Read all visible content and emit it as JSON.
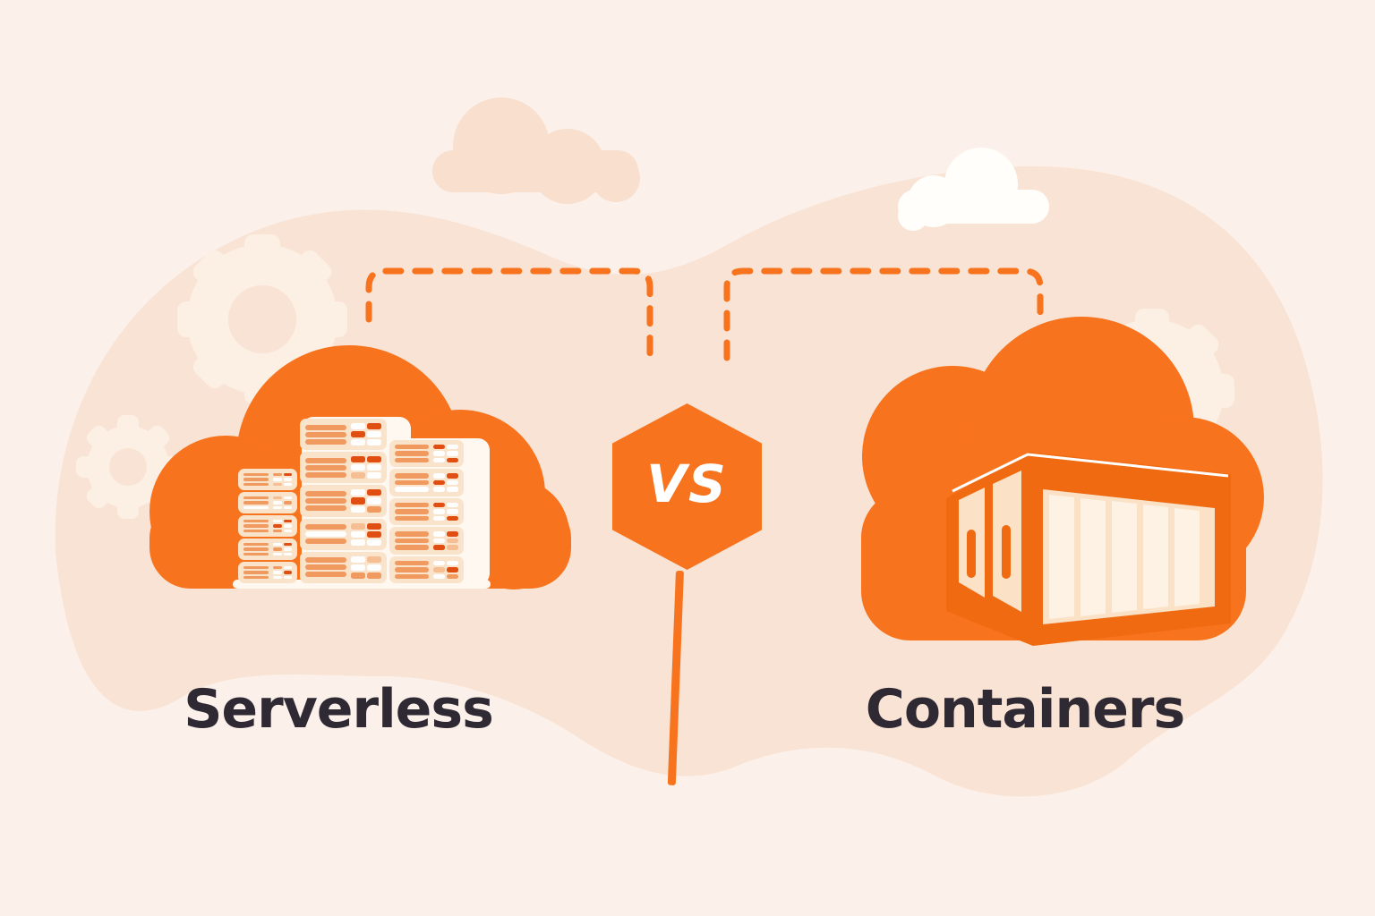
{
  "labels": {
    "left": "Serverless",
    "right": "Containers",
    "versus": "VS"
  },
  "colors": {
    "background": "#FCF1EA",
    "blob": "#F9E3D4",
    "shape_cream": "#FCEFE3",
    "cloud_peach": "#F8DFCE",
    "cloud_white": "#FFFEFB",
    "orange": "#F8731D",
    "orange_deep": "#EF6A10",
    "red": "#E04E12",
    "rack_bg": "#FAE3CB",
    "rack_panel": "#FFF8F1",
    "bar_orange": "#F09A5F",
    "bar_dotted": "#F5BE93",
    "white": "#FFFFFF",
    "container_cream": "#FBE1C6",
    "slat_light": "#FDF2E3",
    "text_dark": "#2F2933"
  },
  "icons": {
    "left_group": "cloud-with-server-racks",
    "right_group": "cloud-with-shipping-container",
    "center": "vs-hexagon-badge",
    "decor": [
      "gear-icon",
      "cloud-icon",
      "dashed-bracket"
    ]
  },
  "racks": {
    "left": {
      "units": [
        {
          "bars": [
            "o",
            "o",
            "o"
          ],
          "cells": [
            "o",
            "r",
            "w",
            "w",
            "d",
            "w"
          ]
        },
        {
          "bars": [
            "o",
            "o",
            "w"
          ],
          "cells": [
            "d",
            "w",
            "w",
            "o",
            "w",
            "w"
          ]
        },
        {
          "bars": [
            "o",
            "o",
            "o"
          ],
          "cells": [
            "w",
            "r",
            "r",
            "w",
            "o",
            "w"
          ]
        },
        {
          "bars": [
            "o",
            "o",
            "o"
          ],
          "cells": [
            "w",
            "r",
            "o",
            "w",
            "w",
            "w"
          ]
        },
        {
          "bars": [
            "o",
            "o",
            "o"
          ],
          "cells": [
            "o",
            "w",
            "w",
            "r",
            "w",
            "w"
          ]
        }
      ]
    },
    "middle": {
      "units": [
        {
          "bars": [
            "o",
            "o",
            "o"
          ],
          "cells": [
            "w",
            "r",
            "r",
            "w",
            "w",
            "w"
          ]
        },
        {
          "bars": [
            "o",
            "o",
            "o"
          ],
          "cells": [
            "r",
            "r",
            "w",
            "w",
            "d",
            "w"
          ]
        },
        {
          "bars": [
            "o",
            "o",
            "o"
          ],
          "cells": [
            "w",
            "r",
            "r",
            "w",
            "w",
            "o"
          ]
        },
        {
          "bars": [
            "o",
            "w",
            "o"
          ],
          "cells": [
            "d",
            "r",
            "w",
            "r",
            "w",
            "w"
          ]
        },
        {
          "bars": [
            "o",
            "o",
            "o"
          ],
          "cells": [
            "w",
            "d",
            "w",
            "w",
            "o",
            "o"
          ]
        }
      ]
    },
    "right": {
      "units": [
        {
          "bars": [
            "o",
            "o",
            "o"
          ],
          "cells": [
            "r",
            "w",
            "w",
            "w",
            "w",
            "r"
          ]
        },
        {
          "bars": [
            "o",
            "o",
            "w"
          ],
          "cells": [
            "w",
            "r",
            "r",
            "w",
            "w",
            "w"
          ]
        },
        {
          "bars": [
            "o",
            "o",
            "o"
          ],
          "cells": [
            "r",
            "w",
            "w",
            "w",
            "w",
            "r"
          ]
        },
        {
          "bars": [
            "o",
            "o",
            "o"
          ],
          "cells": [
            "w",
            "r",
            "w",
            "d",
            "r",
            "d"
          ]
        },
        {
          "bars": [
            "o",
            "o",
            "o"
          ],
          "cells": [
            "w",
            "w",
            "d",
            "r",
            "w",
            "o"
          ]
        }
      ]
    }
  },
  "container": {
    "slats": 5,
    "door_handles": 2
  }
}
